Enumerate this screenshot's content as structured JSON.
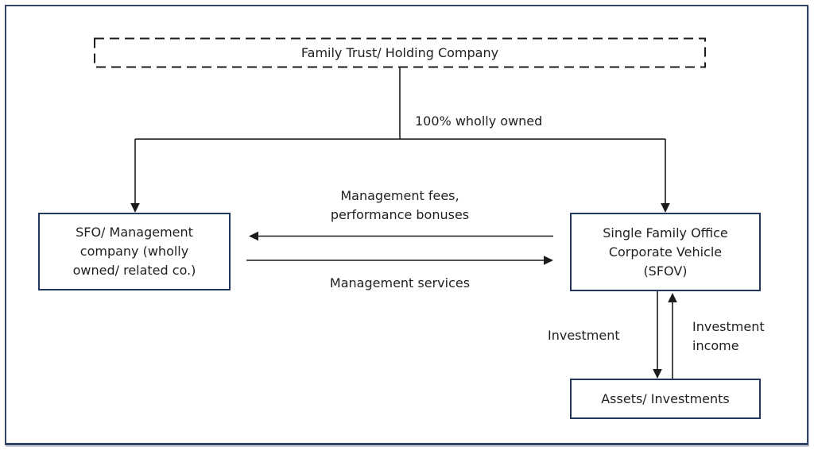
{
  "diagram": {
    "title_box": {
      "label": "Family Trust/ Holding Company"
    },
    "ownership_label": "100% wholly owned",
    "sfo_box": {
      "lines": [
        "SFO/ Management",
        "company (wholly",
        "owned/ related co.)"
      ]
    },
    "sfov_box": {
      "lines": [
        "Single Family Office",
        "Corporate Vehicle",
        "(SFOV)"
      ]
    },
    "assets_box": {
      "label": "Assets/ Investments"
    },
    "fees_label": {
      "lines": [
        "Management fees,",
        "performance bonuses"
      ]
    },
    "services_label": "Management services",
    "investment_label": "Investment",
    "investment_income_label": {
      "lines": [
        "Investment",
        "income"
      ]
    }
  },
  "colors": {
    "background": "#ffffff",
    "outer_border": "#35466a",
    "box_border": "#24375f",
    "line": "#1c1c1c",
    "text": "#1f1f1f"
  }
}
